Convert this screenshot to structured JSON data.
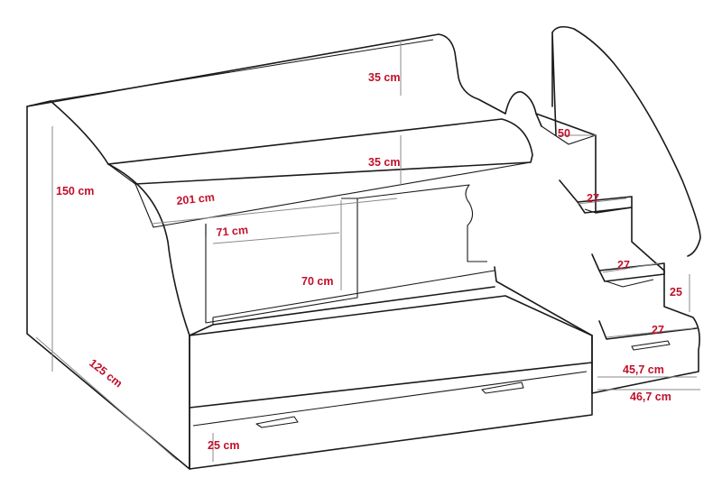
{
  "dimensions": {
    "top_guard_height": "35 cm",
    "lower_guard_height": "35 cm",
    "total_height": "150 cm",
    "bed_length": "201 cm",
    "opening_width": "71 cm",
    "opening_height": "70 cm",
    "total_depth": "125 cm",
    "drawer_height": "25 cm",
    "step_depth": "50",
    "step_2": "27",
    "step_3": "27",
    "step_4": "27",
    "step_riser": "25",
    "stairs_inner_width": "45,7  cm",
    "stairs_outer_width": "46,7  cm"
  },
  "colors": {
    "label": "#c0102a",
    "outline": "#1a1a1a",
    "dimension_line": "#8a8a8a"
  }
}
